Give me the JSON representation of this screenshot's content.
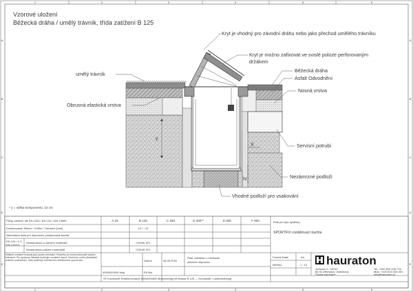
{
  "title": {
    "line1": "Vzorové uložení",
    "line2": "Běžecká dráha / umělý trávník, třída zatížení B 125"
  },
  "border": {
    "cols": [
      "1",
      "2",
      "3",
      "4",
      "5",
      "6"
    ],
    "rows": [
      "A",
      "B",
      "C",
      "D",
      "E"
    ]
  },
  "labels": {
    "kryt_zavodni": "Kryt je vhodný pro závodní dráhu nebo jako přechod umělého trávníku",
    "kryt_zafixovat_1": "Kryt je možno zafixovat ve svislé poloze perforovaným",
    "kryt_zafixovat_2": "držákem",
    "umely_travnik": "umělý trávník",
    "bezecka_draha": "Běžecká dráha",
    "asfalt": "Asfalt Odvodnění",
    "nosna_vrstva": "Nosná vrstva",
    "obrusna": "Obrusná elastická vrstva",
    "servisni": "Servisní potrubí",
    "nezamrzne": "Nezámrzné podloží",
    "vhodne": "Vhodné podloží pro vsakování",
    "dim_y": "y",
    "dim_x": "X",
    "dim_n": "N",
    "footnote": "* y = výška komponentu: 10 cm"
  },
  "title_block": {
    "row1": "Přesy zatížení dle EN 1433 / EN 124 / DIN 19580",
    "row2": "Dostavovaná: Silnice / Vnitřní / Tranzitní (cest)",
    "row3": "Alternativní data pro dokončení požadovaná šachta",
    "row4a": "EN 124 / 1-3",
    "row4b": "EN 1433-3",
    "row4c": "Infrastruktura a zatížení materiálů",
    "row5": "Infrastruktura zatížení materiálů",
    "notes": "Veškeré uvedené hodnoty jsou pouze orientační. Rozměry se mohou lišit podle výrobní tolerance. Pro správnou instalaci dodržujte montážní návod. Uložení je nutné přizpůsobit místním podmínkám. Data podléhají změnám bez předchozího upozornění.",
    "classes": [
      "A 15",
      "B 125",
      "C 250",
      "D 400**",
      "E 600",
      "F 900"
    ],
    "class_values": {
      "b_row2": "10 * / 10",
      "b_row4": "C25/30 XF1",
      "b_row5": "C25/30 XF1"
    },
    "drawing_no": "000000/0005 dwg",
    "pages": "E8 9ks",
    "date_label": "Datum",
    "date": "08.05.2020",
    "note_center_1": "Platí: nahlížení v závislosti",
    "note_center_2": "stavební dispozice",
    "project_label": "Platí pro tyto systémy:",
    "project": "SPORTFIX rozdělovací šachta",
    "format_label": "Formát Datei",
    "format": "A4",
    "scale_label": "Měřítko",
    "scale": "1 : 10",
    "bottom": "SF Kunststoff Verteilerschacht 600x600x600 Bodenbelag mit Klasse B 125 — Kunststoff / Laufbahnbelag",
    "company": "hauraton",
    "address_1": "Jenkova 4 / 10210",
    "address_2": "66 91 Dětmarov, Vodičkovy",
    "address_3": "Česká republika",
    "tel": "Tel. +420 603 428 776",
    "fax": "Mob. +420 603 428 451",
    "email": "info@hauraton.cz"
  },
  "colors": {
    "line": "#333333",
    "hatch": "#6d6d6d",
    "asphalt": "#8a8a8a",
    "soil": "#cfcfcf"
  }
}
